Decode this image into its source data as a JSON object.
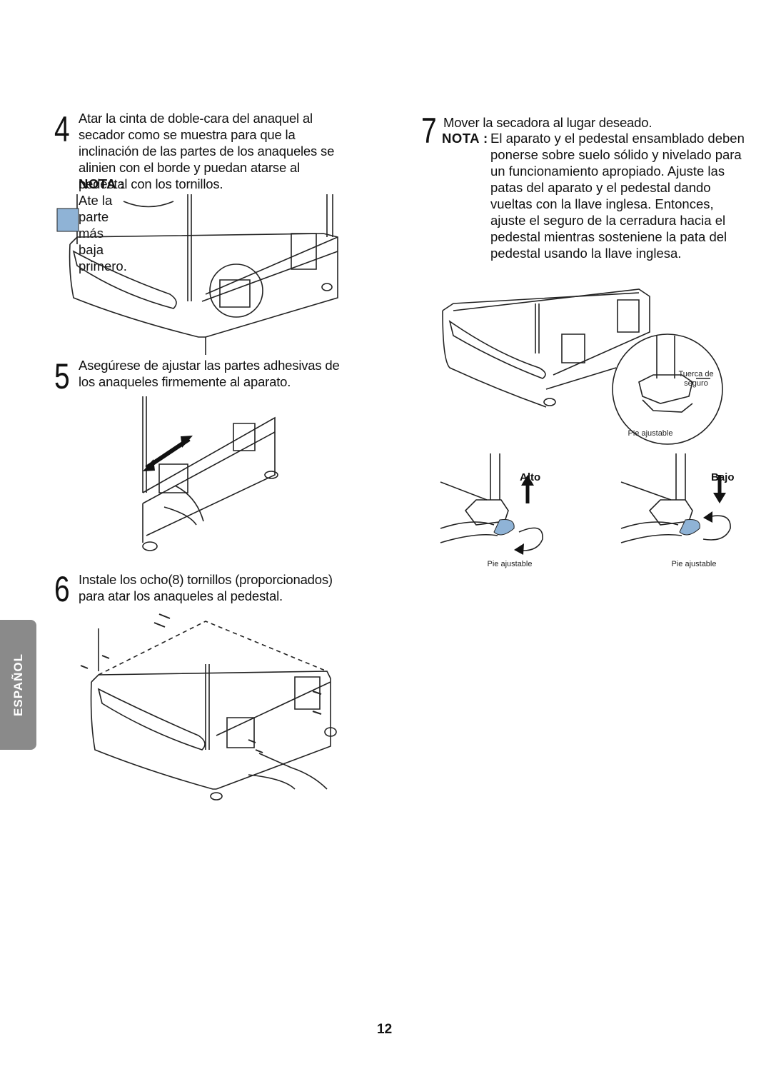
{
  "steps": {
    "s4": {
      "number": "4",
      "text": "Atar la cinta de doble-cara del anaquel al secador como se muestra para que la inclinación de las partes de los anaqueles se alinien con el borde y puedan atarse al pedestal con los tornillos.",
      "nota_label": "NOTA :",
      "nota_text": "Ate la parte más baja primero."
    },
    "s5": {
      "number": "5",
      "text": "Asegúrese de ajustar las partes adhesivas de los anaqueles firmemente al aparato."
    },
    "s6": {
      "number": "6",
      "text": "Instale los ocho(8) tornillos (proporcionados) para atar los anaqueles al pedestal."
    },
    "s7": {
      "number": "7",
      "text": "Mover la secadora al lugar deseado.",
      "nota_label": "NOTA :",
      "nota_text": "El aparato y el pedestal ensamblado deben ponerse sobre suelo sólido y nivelado para un funcionamiento apropiado. Ajuste las patas del aparato y el pedestal dando vueltas con la llave inglesa. Entonces, ajuste el seguro de la cerradura hacia el pedestal mientras sosteniene la pata del pedestal usando la llave inglesa."
    }
  },
  "figures": {
    "fig7_labels": {
      "tuerca": "Tuerca de seguro",
      "pie": "Pie ajustable"
    },
    "alto": {
      "tag": "Alto",
      "pie": "Pie ajustable"
    },
    "bajo": {
      "tag": "Bajo",
      "pie": "Pie ajustable"
    }
  },
  "sidebar": {
    "language_tab": "ESPAÑOL"
  },
  "footer": {
    "page_number": "12"
  },
  "colors": {
    "tab_gray": "#8a8a8a",
    "accent_blue": "#8fb3d6",
    "line": "#222222"
  }
}
